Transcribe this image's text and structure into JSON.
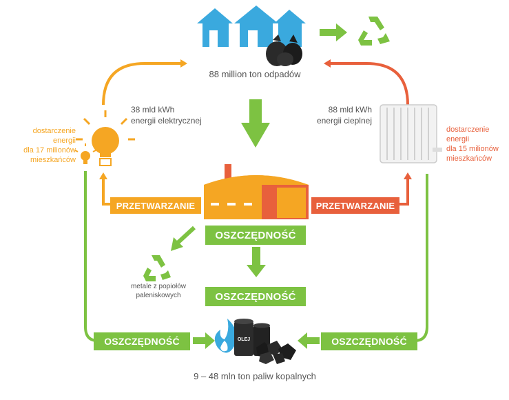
{
  "waste": {
    "label": "88 million ton odpadów"
  },
  "electric": {
    "value": "38 mld kWh",
    "unit": "energii elektrycznej"
  },
  "heat": {
    "value": "88 mld kWh",
    "unit": "energii cieplnej"
  },
  "left_supply": {
    "l1": "dostarczenie",
    "l2": "energii",
    "l3": "dla 17 milionów",
    "l4": "mieszkańców"
  },
  "right_supply": {
    "l1": "dostarczenie",
    "l2": "energii",
    "l3": "dla 15 milionów",
    "l4": "mieszkańców"
  },
  "process": {
    "left": "PRZETWARZANIE",
    "right": "PRZETWARZANIE"
  },
  "savings": {
    "s1": "OSZCZĘDNOŚĆ",
    "s2": "OSZCZĘDNOŚĆ",
    "s3": "OSZCZĘDNOŚĆ",
    "s4": "OSZCZĘDNOŚĆ"
  },
  "metals": {
    "l1": "metale z popiołów",
    "l2": "paleniskowych"
  },
  "fuels": {
    "label": "9 – 48 mln ton paliw kopalnych",
    "barrel_text": "OLEJ"
  },
  "colors": {
    "green": "#7dc242",
    "orange": "#f5a623",
    "red": "#e8603c",
    "blue": "#3aa9de"
  }
}
